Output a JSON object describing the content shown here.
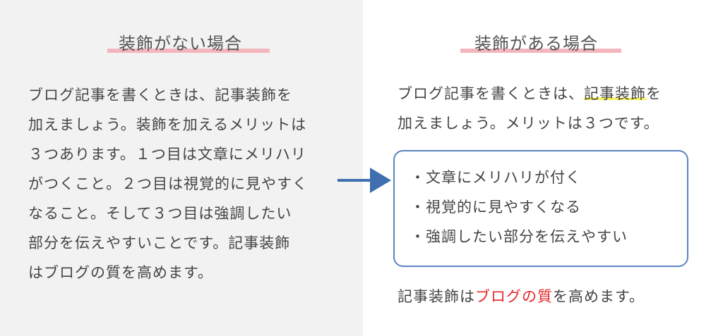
{
  "left": {
    "title": "装飾がない場合",
    "lines": [
      "ブログ記事を書くときは、記事装飾を",
      "加えましょう。装飾を加えるメリットは",
      "３つあります。１つ目は文章にメリハリ",
      "がつくこと。２つ目は視覚的に見やすく",
      "なること。そして３つ目は強調したい",
      "部分を伝えやすいことです。記事装飾",
      "はブログの質を高めます。"
    ]
  },
  "right": {
    "title": "装飾がある場合",
    "line1_a": "ブログ記事を書くときは、",
    "line1_hl": "記事装飾",
    "line1_b": "を",
    "line2": "加えましょう。メリットは３つです。",
    "bullets": [
      "・文章にメリハリが付く",
      "・視覚的に見やすくなる",
      "・強調したい部分を伝えやすい"
    ],
    "closing_a": "記事装飾は",
    "closing_red": "ブログの質",
    "closing_b": "を高めます。"
  },
  "colors": {
    "underline": "#f4b6bd",
    "highlight": "#f7f25a",
    "accent": "#5b84bf",
    "emphasis": "#e8262a",
    "panel": "#f2f2f2"
  }
}
